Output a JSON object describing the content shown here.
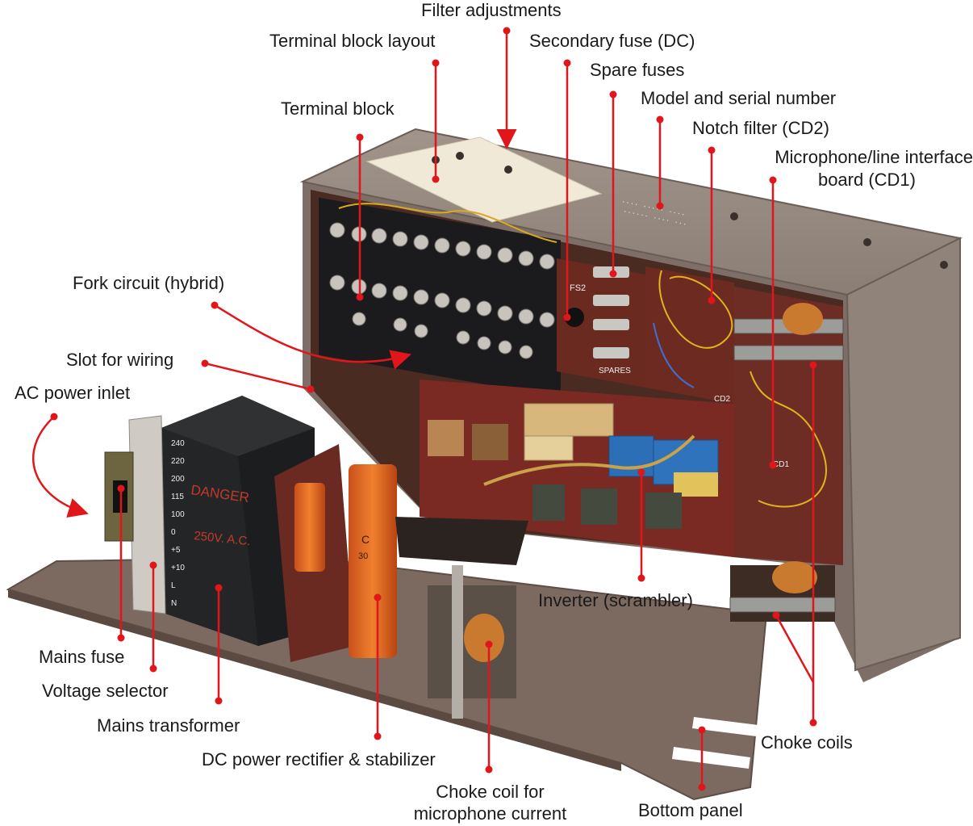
{
  "labels": {
    "filter_adjustments": "Filter adjustments",
    "terminal_block_layout": "Terminal block layout",
    "secondary_fuse": "Secondary fuse (DC)",
    "spare_fuses": "Spare fuses",
    "model_serial": "Model and serial number",
    "notch_filter": "Notch filter (CD2)",
    "mic_line_board_1": "Microphone/line interface",
    "mic_line_board_2": "board (CD1)",
    "terminal_block": "Terminal block",
    "fork_circuit": "Fork circuit (hybrid)",
    "slot_wiring": "Slot for wiring",
    "ac_inlet": "AC power inlet",
    "mains_fuse": "Mains fuse",
    "voltage_selector": "Voltage selector",
    "mains_transformer": "Mains transformer",
    "dc_rectifier": "DC power rectifier & stabilizer",
    "choke_mic_1": "Choke coil for",
    "choke_mic_2": "microphone current",
    "bottom_panel": "Bottom panel",
    "choke_coils": "Choke coils",
    "inverter": "Inverter (scrambler)"
  },
  "device_markings": {
    "danger": "DANGER",
    "voltage": "250V. A.C.",
    "selector_values": [
      "240",
      "220",
      "200",
      "115",
      "100",
      "0",
      "+5",
      "+10",
      "L",
      "N"
    ],
    "fs2": "FS2",
    "spares": "SPARES",
    "cd1": "CD1",
    "cd2": "CD2",
    "cap_c": "C",
    "cap_30": "30"
  },
  "colors": {
    "annotation_red": "#e0161b",
    "case_brown": "#8a7e76",
    "board_red": "#7a2a22",
    "transformer_black": "#222426",
    "capacitor_orange": "#e0651d"
  }
}
